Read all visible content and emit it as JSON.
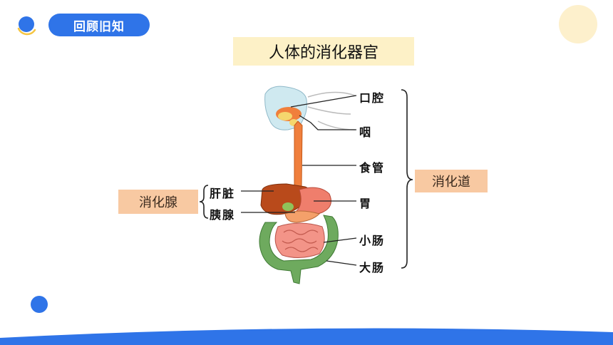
{
  "header": {
    "badge_label": "回顾旧知"
  },
  "diagram": {
    "title": "人体的消化器官",
    "organ_labels": {
      "mouth": "口腔",
      "pharynx": "咽",
      "esophagus": "食管",
      "stomach": "胃",
      "small_intestine": "小肠",
      "large_intestine": "大肠",
      "liver": "肝脏",
      "pancreas": "胰腺"
    },
    "group_labels": {
      "digestive_tract": "消化道",
      "digestive_glands": "消化腺"
    }
  },
  "colors": {
    "accent_blue": "#2f74e8",
    "title_bg": "#fdf1c7",
    "tag_bg": "#f8c9a2",
    "deco_yellow": "#fdf0cc"
  }
}
